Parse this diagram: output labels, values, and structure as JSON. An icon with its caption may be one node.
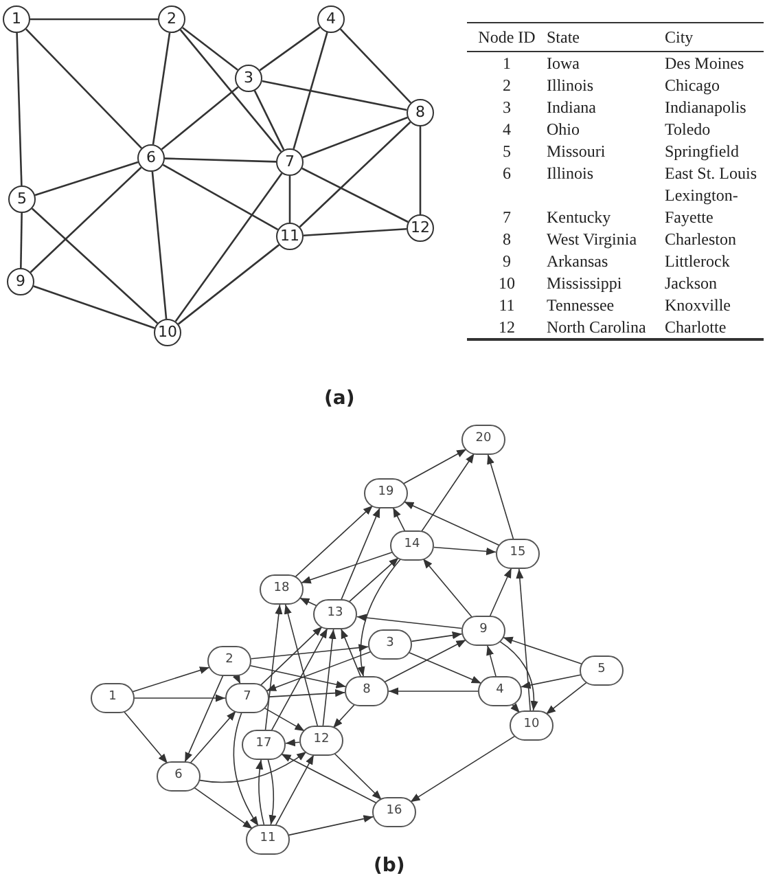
{
  "diagram": {
    "nodes": [
      {
        "text": [
          "1"
        ]
      },
      {
        "text": [
          "2"
        ]
      },
      {
        "text": [
          "3"
        ]
      },
      {
        "text": [
          "4"
        ]
      },
      {
        "text": [
          "5"
        ]
      },
      {
        "text": [
          "6"
        ]
      },
      {
        "text": [
          "7"
        ]
      },
      {
        "text": [
          "8"
        ]
      },
      {
        "text": [
          "9"
        ]
      },
      {
        "text": [
          "10"
        ]
      },
      {
        "text": [
          "11"
        ]
      },
      {
        "text": [
          "12"
        ]
      },
      {
        "text": [
          "1"
        ]
      },
      {
        "text": [
          "2"
        ]
      },
      {
        "text": [
          "3"
        ]
      },
      {
        "text": [
          "4"
        ]
      },
      {
        "text": [
          "5"
        ]
      },
      {
        "text": [
          "6"
        ]
      },
      {
        "text": [
          "7"
        ]
      },
      {
        "text": [
          "8"
        ]
      },
      {
        "text": [
          "9"
        ]
      },
      {
        "text": [
          "10"
        ]
      },
      {
        "text": [
          "11"
        ]
      },
      {
        "text": [
          "12"
        ]
      },
      {
        "text": [
          "13"
        ]
      },
      {
        "text": [
          "14"
        ]
      },
      {
        "text": [
          "15"
        ]
      },
      {
        "text": [
          "16"
        ]
      },
      {
        "text": [
          "17"
        ]
      },
      {
        "text": [
          "18"
        ]
      },
      {
        "text": [
          "19"
        ]
      },
      {
        "text": [
          "20"
        ]
      }
    ],
    "edges": [
      {
        "from": 0,
        "to": 1,
        "arrow": "none"
      },
      {
        "from": 0,
        "to": 5,
        "arrow": "none"
      },
      {
        "from": 0,
        "to": 4,
        "arrow": "none"
      },
      {
        "from": 1,
        "to": 5,
        "arrow": "none"
      },
      {
        "from": 1,
        "to": 2,
        "arrow": "none"
      },
      {
        "from": 1,
        "to": 6,
        "arrow": "none"
      },
      {
        "from": 2,
        "to": 3,
        "arrow": "none"
      },
      {
        "from": 2,
        "to": 6,
        "arrow": "none"
      },
      {
        "from": 2,
        "to": 7,
        "arrow": "none"
      },
      {
        "from": 2,
        "to": 5,
        "arrow": "none"
      },
      {
        "from": 3,
        "to": 6,
        "arrow": "none"
      },
      {
        "from": 3,
        "to": 7,
        "arrow": "none"
      },
      {
        "from": 5,
        "to": 6,
        "arrow": "none"
      },
      {
        "from": 5,
        "to": 4,
        "arrow": "none"
      },
      {
        "from": 5,
        "to": 8,
        "arrow": "none"
      },
      {
        "from": 5,
        "to": 9,
        "arrow": "none"
      },
      {
        "from": 5,
        "to": 10,
        "arrow": "none"
      },
      {
        "from": 6,
        "to": 7,
        "arrow": "none"
      },
      {
        "from": 6,
        "to": 10,
        "arrow": "none"
      },
      {
        "from": 6,
        "to": 11,
        "arrow": "none"
      },
      {
        "from": 6,
        "to": 9,
        "arrow": "none"
      },
      {
        "from": 7,
        "to": 10,
        "arrow": "none"
      },
      {
        "from": 7,
        "to": 11,
        "arrow": "none"
      },
      {
        "from": 10,
        "to": 11,
        "arrow": "none"
      },
      {
        "from": 10,
        "to": 9,
        "arrow": "none"
      },
      {
        "from": 4,
        "to": 8,
        "arrow": "none"
      },
      {
        "from": 4,
        "to": 9,
        "arrow": "none"
      },
      {
        "from": 8,
        "to": 9,
        "arrow": "none"
      },
      {
        "from": 12,
        "to": 13,
        "arrow": "to"
      },
      {
        "from": 12,
        "to": 18,
        "arrow": "to"
      },
      {
        "from": 12,
        "to": 17,
        "arrow": "to"
      },
      {
        "from": 13,
        "to": 18,
        "arrow": "to"
      },
      {
        "from": 13,
        "to": 19,
        "arrow": "to"
      },
      {
        "from": 13,
        "to": 14,
        "arrow": "to"
      },
      {
        "from": 13,
        "to": 17,
        "arrow": "to"
      },
      {
        "from": 18,
        "to": 19,
        "arrow": "to"
      },
      {
        "from": 18,
        "to": 23,
        "arrow": "to"
      },
      {
        "from": 18,
        "to": 24,
        "arrow": "to"
      },
      {
        "from": 18,
        "to": 22,
        "arrow": "to"
      },
      {
        "from": 17,
        "to": 18,
        "arrow": "to"
      },
      {
        "from": 17,
        "to": 23,
        "arrow": "to"
      },
      {
        "from": 17,
        "to": 22,
        "arrow": "to"
      },
      {
        "from": 14,
        "to": 18,
        "arrow": "to"
      },
      {
        "from": 14,
        "to": 15,
        "arrow": "to"
      },
      {
        "from": 14,
        "to": 20,
        "arrow": "to"
      },
      {
        "from": 25,
        "to": 19,
        "arrow": "to"
      },
      {
        "from": 19,
        "to": 24,
        "arrow": "to"
      },
      {
        "from": 19,
        "to": 20,
        "arrow": "to"
      },
      {
        "from": 19,
        "to": 23,
        "arrow": "to"
      },
      {
        "from": 15,
        "to": 19,
        "arrow": "to"
      },
      {
        "from": 15,
        "to": 20,
        "arrow": "to"
      },
      {
        "from": 15,
        "to": 21,
        "arrow": "to"
      },
      {
        "from": 20,
        "to": 21,
        "arrow": "to"
      },
      {
        "from": 20,
        "to": 24,
        "arrow": "to"
      },
      {
        "from": 20,
        "to": 25,
        "arrow": "to"
      },
      {
        "from": 20,
        "to": 26,
        "arrow": "to"
      },
      {
        "from": 16,
        "to": 20,
        "arrow": "to"
      },
      {
        "from": 16,
        "to": 15,
        "arrow": "to"
      },
      {
        "from": 16,
        "to": 21,
        "arrow": "to"
      },
      {
        "from": 21,
        "to": 26,
        "arrow": "to"
      },
      {
        "from": 21,
        "to": 27,
        "arrow": "to"
      },
      {
        "from": 23,
        "to": 24,
        "arrow": "to"
      },
      {
        "from": 23,
        "to": 29,
        "arrow": "to"
      },
      {
        "from": 23,
        "to": 28,
        "arrow": "to"
      },
      {
        "from": 23,
        "to": 27,
        "arrow": "to"
      },
      {
        "from": 22,
        "to": 23,
        "arrow": "to"
      },
      {
        "from": 22,
        "to": 27,
        "arrow": "to"
      },
      {
        "from": 22,
        "to": 28,
        "arrow": "to"
      },
      {
        "from": 28,
        "to": 22,
        "arrow": "to"
      },
      {
        "from": 28,
        "to": 24,
        "arrow": "to"
      },
      {
        "from": 28,
        "to": 29,
        "arrow": "to"
      },
      {
        "from": 27,
        "to": 28,
        "arrow": "to"
      },
      {
        "from": 24,
        "to": 25,
        "arrow": "to"
      },
      {
        "from": 24,
        "to": 29,
        "arrow": "to"
      },
      {
        "from": 24,
        "to": 30,
        "arrow": "to"
      },
      {
        "from": 25,
        "to": 30,
        "arrow": "to"
      },
      {
        "from": 25,
        "to": 31,
        "arrow": "to"
      },
      {
        "from": 25,
        "to": 26,
        "arrow": "to"
      },
      {
        "from": 25,
        "to": 29,
        "arrow": "to"
      },
      {
        "from": 26,
        "to": 30,
        "arrow": "to"
      },
      {
        "from": 26,
        "to": 31,
        "arrow": "to"
      },
      {
        "from": 30,
        "to": 31,
        "arrow": "to"
      },
      {
        "from": 29,
        "to": 30,
        "arrow": "to"
      }
    ],
    "labels": [
      "Node ID",
      "State",
      "City",
      "1",
      "Iowa",
      "Des Moines",
      "2",
      "Illinois",
      "Chicago",
      "3",
      "Indiana",
      "Indianapolis",
      "4",
      "Ohio",
      "Toledo",
      "5",
      "Missouri",
      "Springfield",
      "6",
      "Illinois",
      "East St. Louis",
      "7",
      "Kentucky",
      "Lexington-Fayette",
      "8",
      "West Virginia",
      "Charleston",
      "9",
      "Arkansas",
      "Littlerock",
      "10",
      "Mississippi",
      "Jackson",
      "11",
      "Tennessee",
      "Knoxville",
      "12",
      "North Carolina",
      "Charlotte",
      "(a)",
      "(b)"
    ]
  }
}
